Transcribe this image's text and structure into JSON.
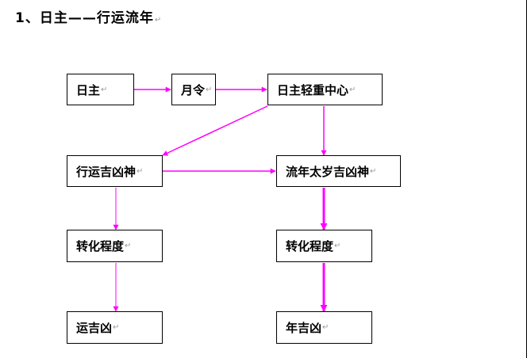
{
  "title": "1、日主——行运流年",
  "paragraph_mark": "↵",
  "colors": {
    "arrow": "#ff00ff",
    "box_border": "#000000"
  },
  "nodes": {
    "rizhu": "日主",
    "yueling": "月令",
    "center": "日主轻重中心",
    "xingyun_shen": "行运吉凶神",
    "liunian_shen": "流年太岁吉凶神",
    "zhuanhua_left": "转化程度",
    "zhuanhua_right": "转化程度",
    "yun_jixiong": "运吉凶",
    "nian_jixiong": "年吉凶"
  }
}
